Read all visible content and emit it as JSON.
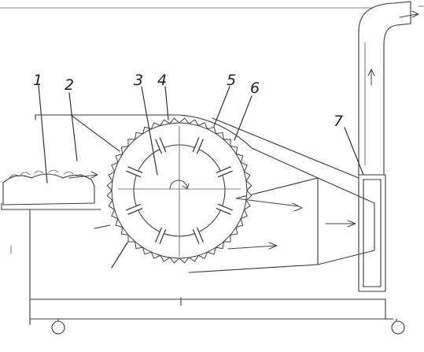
{
  "labels": [
    {
      "id": "callout-1",
      "text": "1"
    },
    {
      "id": "callout-2",
      "text": "2"
    },
    {
      "id": "callout-3",
      "text": "3"
    },
    {
      "id": "callout-4",
      "text": "4"
    },
    {
      "id": "callout-5",
      "text": "5"
    },
    {
      "id": "callout-6",
      "text": "6"
    },
    {
      "id": "callout-7",
      "text": "7"
    }
  ],
  "colors": {
    "ink": "#3a3a3a",
    "stipple": "#9a9a9a",
    "paper": "#ffffff"
  }
}
